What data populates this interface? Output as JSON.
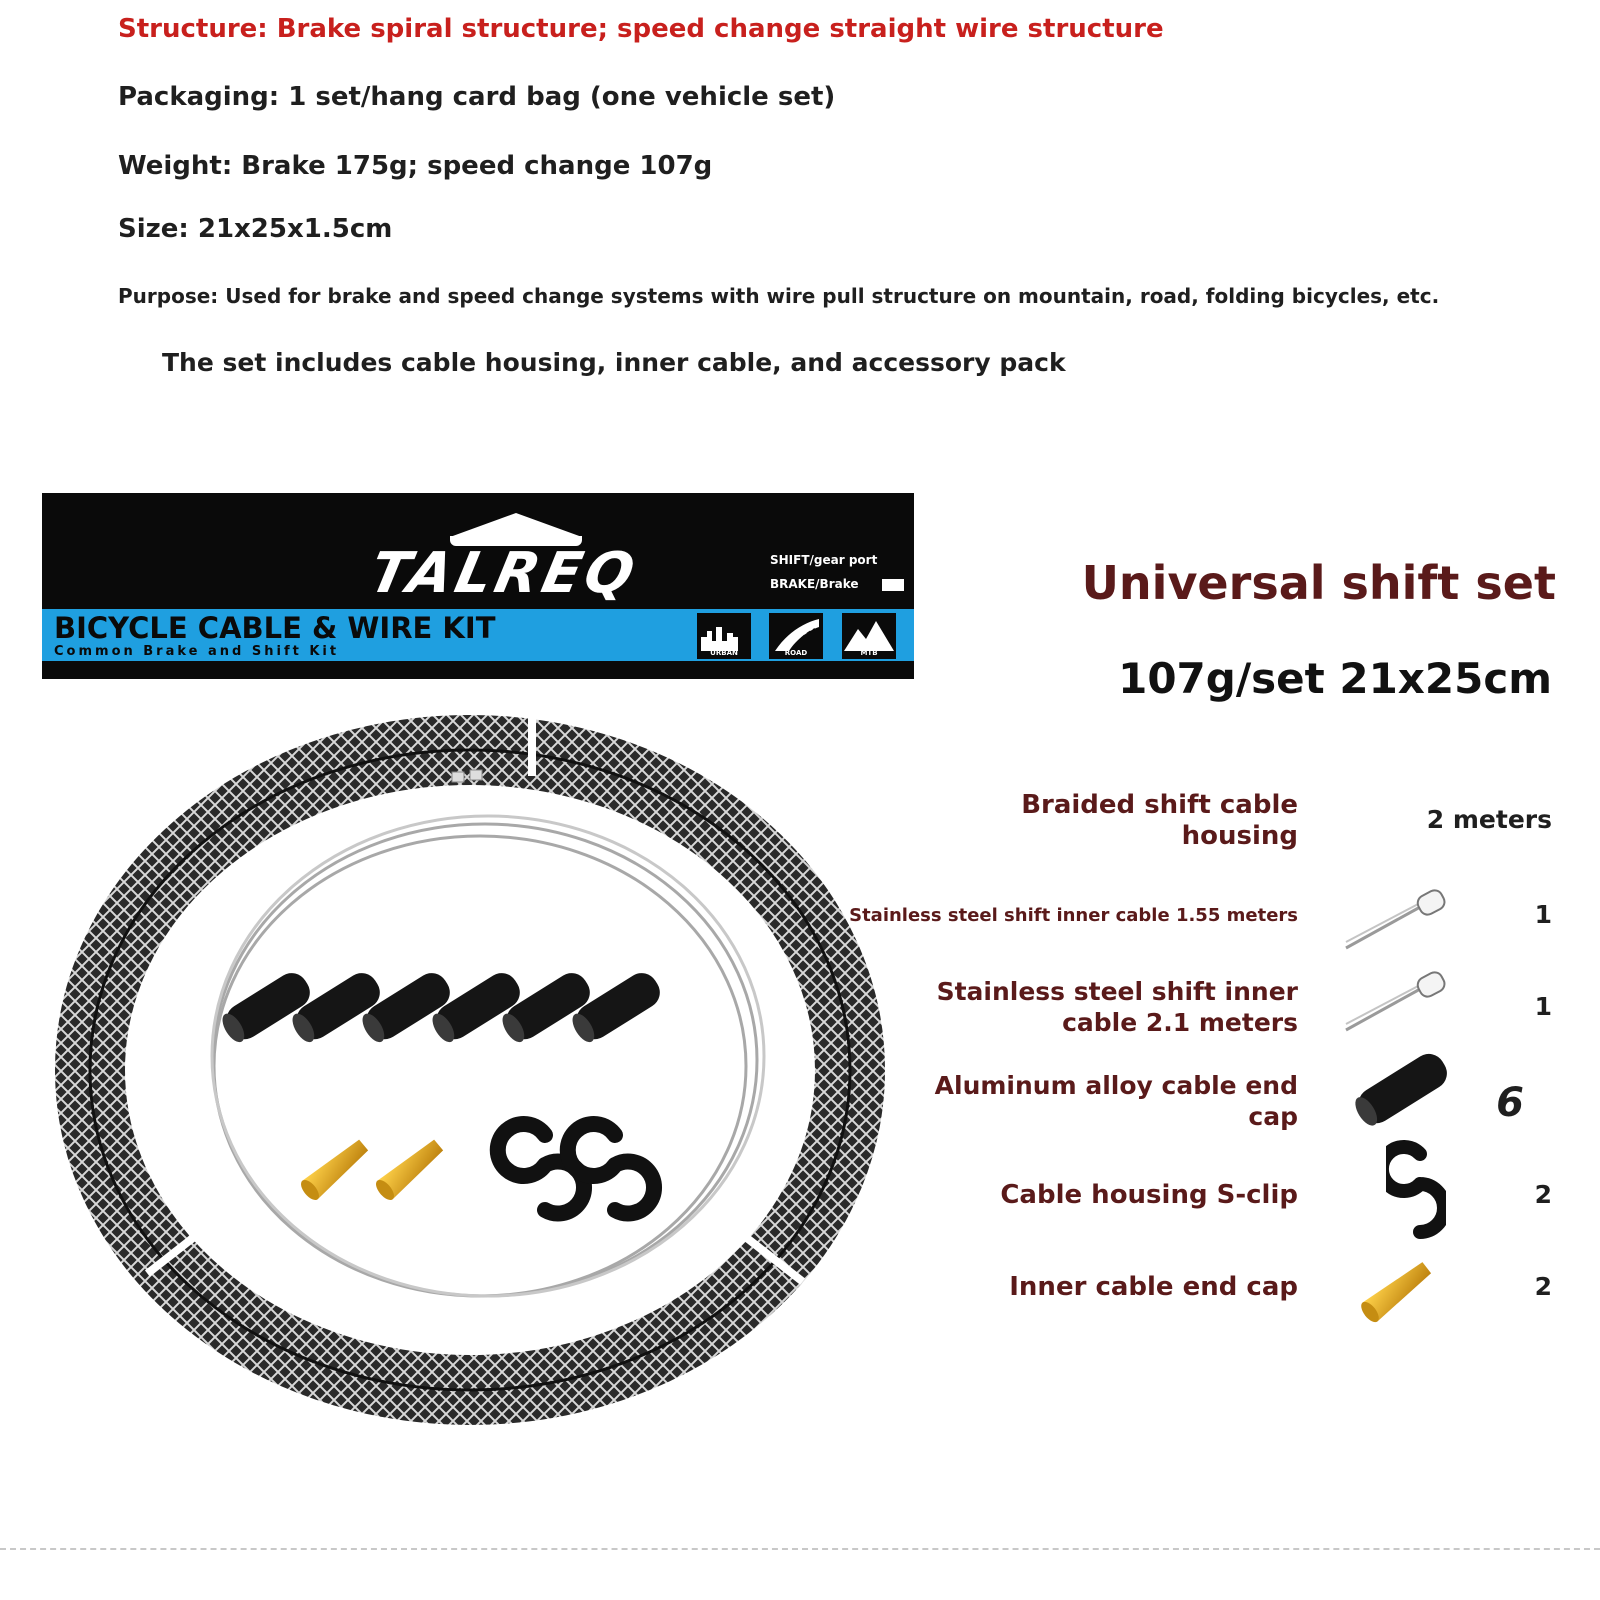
{
  "specs": {
    "structure": "Structure: Brake spiral structure; speed change straight wire structure",
    "packaging": "Packaging: 1 set/hang card bag (one vehicle set)",
    "weight": "Weight: Brake 175g; speed change 107g",
    "size": "Size: 21x25x1.5cm",
    "purpose": "Purpose: Used for brake and speed change systems with wire pull structure on mountain, road, folding bicycles, etc.",
    "includes": "The set includes cable housing, inner cable, and accessory pack"
  },
  "package": {
    "brand": "TALREQ",
    "port_shift": "SHIFT/gear port",
    "port_brake": "BRAKE/Brake",
    "title": "BICYCLE CABLE & WIRE KIT",
    "subtitle": "Common Brake and Shift Kit",
    "badges": [
      "URBAN",
      "ROAD",
      "MTB"
    ]
  },
  "set": {
    "title": "Universal shift set",
    "subtitle": "107g/set 21x25cm"
  },
  "items": [
    {
      "label": "Braided shift cable housing",
      "qty": "2 meters",
      "icon": "coiled-housing-icon"
    },
    {
      "label": "Stainless steel shift inner cable 1.55 meters",
      "qty": "1",
      "icon": "inner-cable-icon"
    },
    {
      "label": "Stainless steel shift inner cable 2.1 meters",
      "qty": "1",
      "icon": "inner-cable-icon"
    },
    {
      "label": "Aluminum alloy cable end cap",
      "qty": "6",
      "icon": "end-cap-icon"
    },
    {
      "label": "Cable housing S-clip",
      "qty": "2",
      "icon": "s-clip-icon"
    },
    {
      "label": "Inner cable end cap",
      "qty": "2",
      "icon": "crimp-cap-icon"
    }
  ],
  "colors": {
    "accent_red": "#c8201d",
    "label_brown": "#5a1a1a",
    "package_blue": "#1f9fe0",
    "crimp_gold": "#e0a21a"
  }
}
